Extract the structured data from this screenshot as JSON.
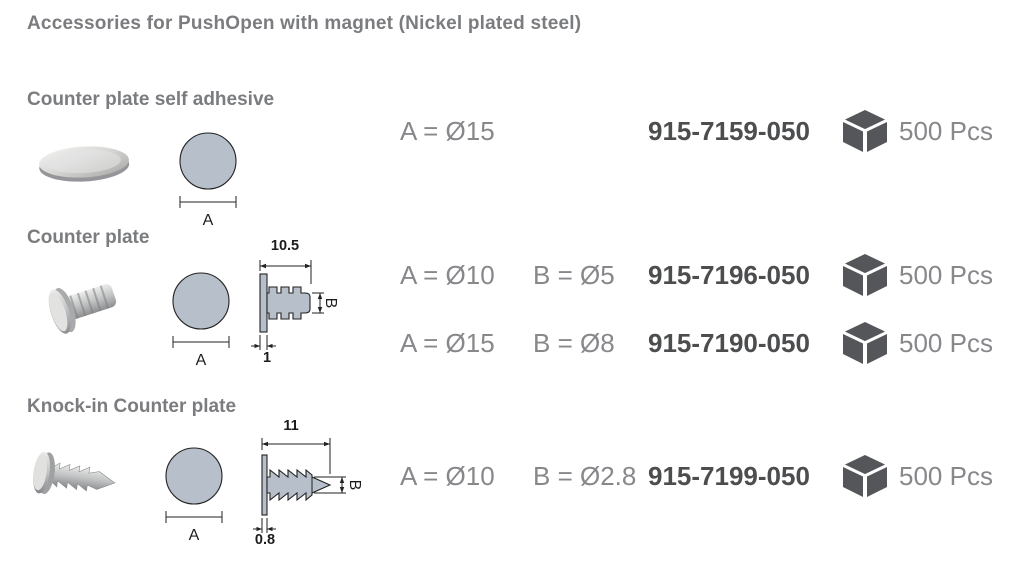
{
  "title": "Accessories for PushOpen with magnet (Nickel plated steel)",
  "colors": {
    "heading_gray": "#7b7c7f",
    "spec_gray": "#87888b",
    "part_number_dark": "#4c4d4f",
    "drawing_fill": "#b7c0ca",
    "icon_dark": "#55565a"
  },
  "icons": {
    "packaging": "package-icon"
  },
  "sections": [
    {
      "heading": "Counter plate self adhesive",
      "diagram": {
        "dim_label": "A"
      },
      "rows": [
        {
          "spec_a": "A = Ø15",
          "part": "915-7159-050",
          "qty": "500 Pcs"
        }
      ]
    },
    {
      "heading": "Counter plate",
      "diagram": {
        "dim_label": "A",
        "top_dim": "10.5",
        "side_label": "B",
        "bottom_dim": "1"
      },
      "rows": [
        {
          "spec_a": "A = Ø10",
          "spec_b": "B = Ø5",
          "part": "915-7196-050",
          "qty": "500 Pcs"
        },
        {
          "spec_a": "A = Ø15",
          "spec_b": "B = Ø8",
          "part": "915-7190-050",
          "qty": "500 Pcs"
        }
      ]
    },
    {
      "heading": "Knock-in Counter plate",
      "diagram": {
        "dim_label": "A",
        "top_dim": "11",
        "side_label": "B",
        "bottom_dim": "0.8"
      },
      "rows": [
        {
          "spec_a": "A = Ø10",
          "spec_b": "B = Ø2.8",
          "part": "915-7199-050",
          "qty": "500 Pcs"
        }
      ]
    }
  ]
}
